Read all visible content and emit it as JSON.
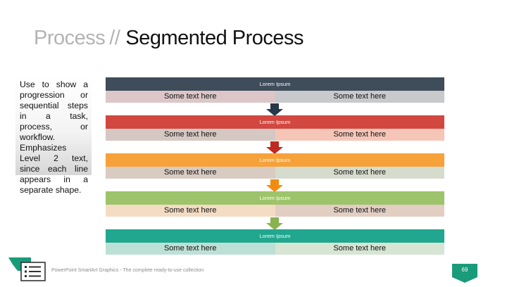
{
  "title": {
    "prefix": "Process",
    "separator": "//",
    "main": "Segmented Process"
  },
  "callout": {
    "text": "Use to show a progression or sequential steps in a task, process, or workflow. Emphasizes Level 2 text, since each line appears in a separate shape."
  },
  "steps": [
    {
      "header": "Lorem Ipsum",
      "left": "Some text here",
      "right": "Some text here",
      "header_color": "#3f4c5a",
      "left_color": "#dcc6c8",
      "right_color": "#c7c9cb",
      "arrow_color": "#27384a"
    },
    {
      "header": "Lorem Ipsum",
      "left": "Some text here",
      "right": "Some text here",
      "header_color": "#d2473f",
      "left_color": "#d5c8c2",
      "right_color": "#f5c6b7",
      "arrow_color": "#c0291f"
    },
    {
      "header": "Lorem Ipsum",
      "left": "Some text here",
      "right": "Some text here",
      "header_color": "#f7a13a",
      "left_color": "#d8cbc2",
      "right_color": "#d6dccd",
      "arrow_color": "#f28c10"
    },
    {
      "header": "Lorem Ipsum",
      "left": "Some text here",
      "right": "Some text here",
      "header_color": "#9dc46a",
      "left_color": "#f4dcc4",
      "right_color": "#e3cec4",
      "arrow_color": "#89b34f"
    },
    {
      "header": "Lorem Ipsum",
      "left": "Some text here",
      "right": "Some text here",
      "header_color": "#21a78f",
      "left_color": "#bde0d6",
      "right_color": "#d6e5d4",
      "arrow_color": null
    }
  ],
  "footer": {
    "text": "PowerPoint SmartArt Graphics - The complete ready-to-use collection",
    "page_number": "69",
    "accent_color": "#1a9b7a",
    "icon": "document-list-icon"
  }
}
